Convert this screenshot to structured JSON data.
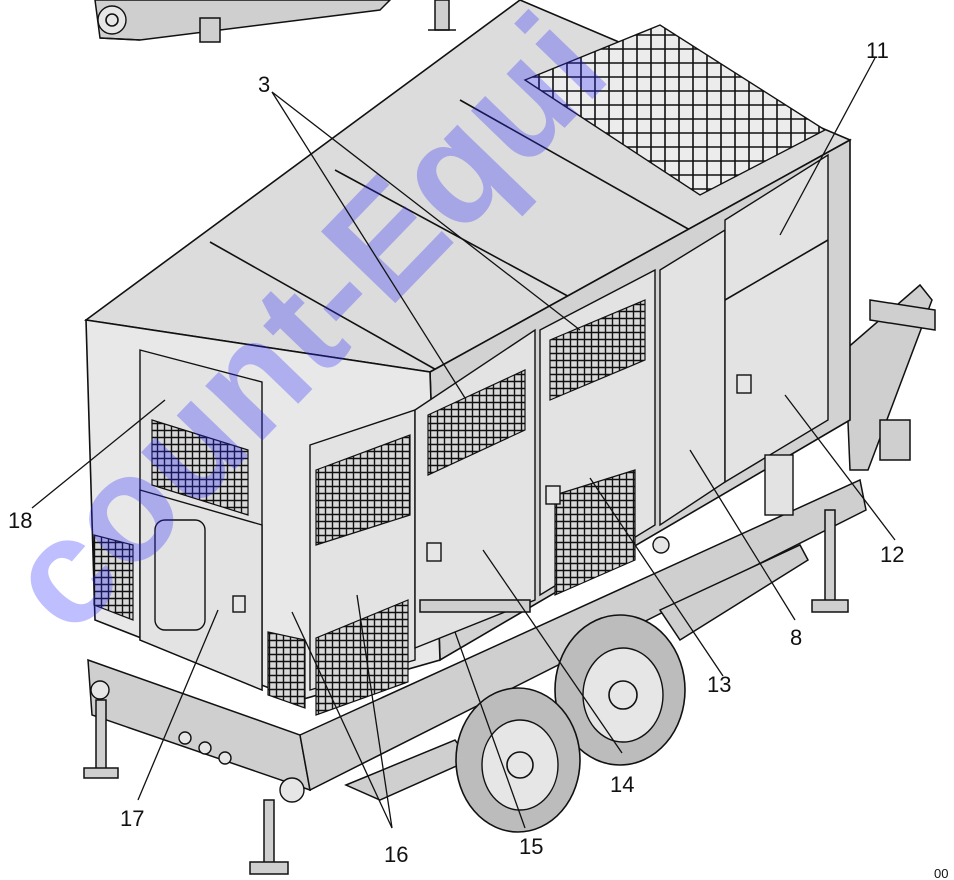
{
  "figure": {
    "callouts": [
      "3",
      "11",
      "18",
      "12",
      "8",
      "13",
      "17",
      "16",
      "14",
      "15"
    ],
    "figure_id": "00",
    "watermark": "count-Equi"
  }
}
